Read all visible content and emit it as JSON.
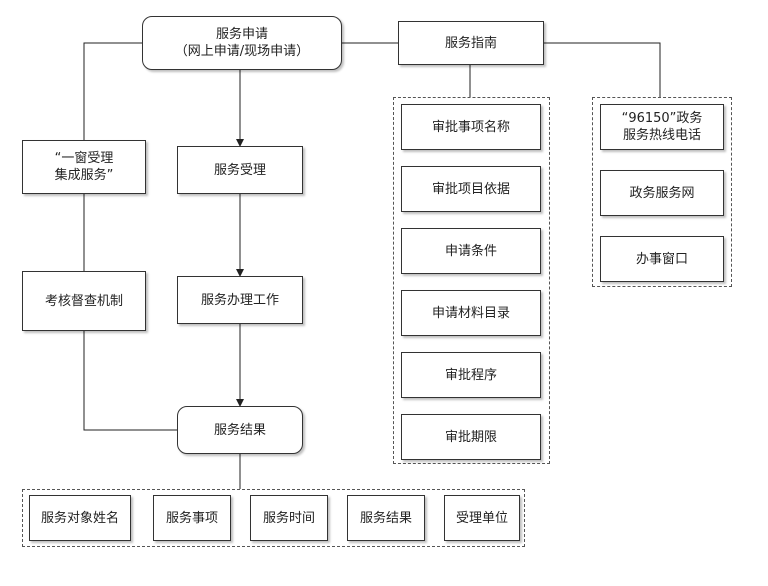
{
  "nodes": {
    "service_apply": [
      "服务申请",
      "（网上申请/现场申请）"
    ],
    "service_guide": "服务指南",
    "single_window": [
      "“一窗受理",
      "集成服务”"
    ],
    "service_accept": "服务受理",
    "assessment": "考核督查机制",
    "service_handle": "服务办理工作",
    "service_result": "服务结果",
    "guide_items": [
      "审批事项名称",
      "审批项目依据",
      "申请条件",
      "申请材料目录",
      "审批程序",
      "审批期限"
    ],
    "channels": [
      [
        "“96150”政务",
        "服务热线电话"
      ],
      [
        "政务服务网"
      ],
      [
        "办事窗口"
      ]
    ],
    "result_fields": [
      "服务对象姓名",
      "服务事项",
      "服务时间",
      "服务结果",
      "受理单位"
    ]
  }
}
